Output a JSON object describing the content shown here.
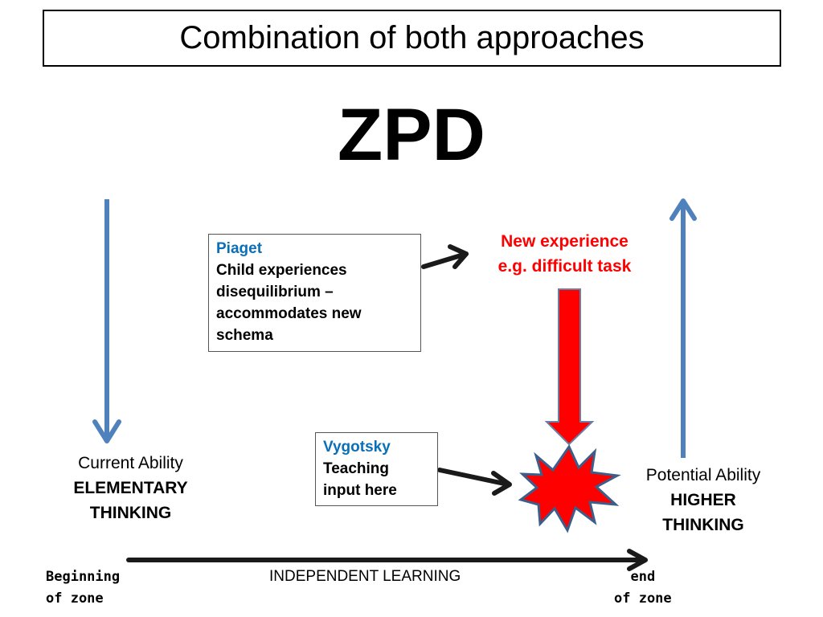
{
  "title": "Combination of both approaches",
  "heading": "ZPD",
  "piaget": {
    "name": "Piaget",
    "lines": [
      "Child experiences",
      "disequilibrium –",
      "accommodates new",
      "schema"
    ]
  },
  "new_experience": {
    "line1": "New experience",
    "line2": "e.g. difficult task"
  },
  "vygotsky": {
    "name": "Vygotsky",
    "lines": [
      "Teaching",
      "input here"
    ]
  },
  "current_ability": {
    "label": "Current Ability",
    "line1": "ELEMENTARY",
    "line2": "THINKING"
  },
  "potential_ability": {
    "label": "Potential Ability",
    "line1": "HIGHER",
    "line2": "THINKING"
  },
  "bottom": {
    "beginning_line1": "Beginning",
    "beginning_line2": "of zone",
    "middle": "INDEPENDENT LEARNING",
    "end_line1": "end",
    "end_line2": "of zone"
  },
  "colors": {
    "blue_arrow": "#4f81bd",
    "red": "#ff0000",
    "dark_arrow": "#1a1a1a",
    "burst_stroke": "#3b5f8a",
    "title_blue": "#0b6fb8"
  }
}
